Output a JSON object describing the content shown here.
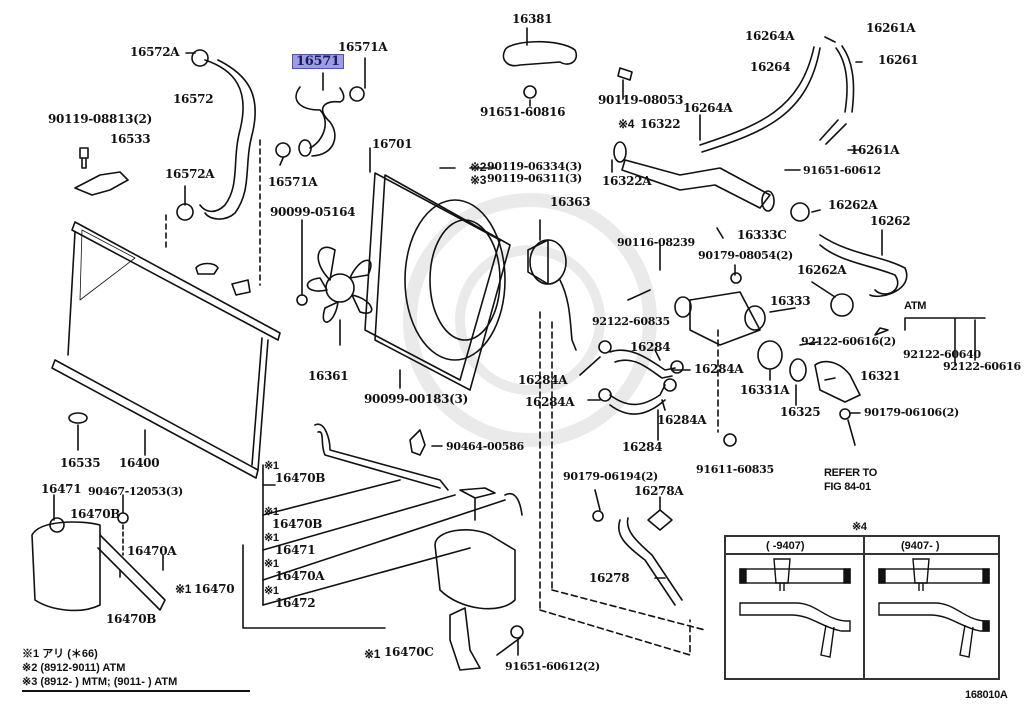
{
  "diagram": {
    "type": "exploded parts diagram",
    "subject": "radiator and water outlet / cooling system",
    "figure_code": "168010A",
    "highlight_color": "#9d9de0",
    "highlighted_part": "16571"
  },
  "labels": {
    "p16572A_top": "16572A",
    "p16572": "16572",
    "p16572A_low": "16572A",
    "p16571": "16571",
    "p16571A_top": "16571A",
    "p16571A_low": "16571A",
    "p90119_08813": "90119-08813(2)",
    "p16533": "16533",
    "p16701": "16701",
    "p90099_05164": "90099-05164",
    "p16361": "16361",
    "p90099_00183": "90099-00183(3)",
    "p16381": "16381",
    "p91651_60816": "91651-60816",
    "p90119_08053": "90119-08053",
    "note2_mark": "※2",
    "p90119_06334": "90119-06334(3)",
    "note3_mark": "※3",
    "p90119_06311": "90119-06311(3)",
    "note4_mark": "※4",
    "p16322": "16322",
    "p16322A": "16322A",
    "p16264A_top": "16264A",
    "p16264": "16264",
    "p16264A_mid": "16264A",
    "p16261A_top": "16261A",
    "p16261": "16261",
    "p16261A_low": "16261A",
    "p91651_60612": "91651-60612",
    "p16262A_top": "16262A",
    "p16262": "16262",
    "p16262A_low": "16262A",
    "p16363": "16363",
    "p90116_08239": "90116-08239",
    "p16333C": "16333C",
    "p90179_08054": "90179-08054(2)",
    "p16333": "16333",
    "p92122_60835": "92122-60835",
    "p92122_60616_2": "92122-60616(2)",
    "atm": "ATM",
    "p92122_60640": "92122-60640",
    "p92122_60616": "92122-60616",
    "p16284_a": "16284",
    "p16284A_a": "16284A",
    "p16284A_b": "16284A",
    "p16284A_c": "16284A",
    "p16284A_d": "16284A",
    "p16284_b": "16284",
    "p16331A": "16331A",
    "p16325": "16325",
    "p16321": "16321",
    "p90179_06106": "90179-06106(2)",
    "p91611_60835": "91611-60835",
    "refer_to": "REFER TO",
    "fig_ref": "FIG 84-01",
    "p16535": "16535",
    "p16400": "16400",
    "p90464_00586": "90464-00586",
    "p16471_top": "16471",
    "p90467_12053": "90467-12053(3)",
    "p16470B_tank": "16470B",
    "p16470A_tank": "16470A",
    "p16470B_low": "16470B",
    "note1_mark": "※1",
    "p16470": "16470",
    "p16470B_g1": "16470B",
    "p16470B_g2": "16470B",
    "p16471_g": "16471",
    "p16470A_g": "16470A",
    "p16472_g": "16472",
    "p16470C": "16470C",
    "p91651_60612_2": "91651-60612(2)",
    "p90179_06194": "90179-06194(2)",
    "p16278A": "16278A",
    "p16278": "16278"
  },
  "legend": [
    {
      "mark": "※1",
      "text": "アリ (＊66)"
    },
    {
      "mark": "※2",
      "text": "(8912-9011) ATM"
    },
    {
      "mark": "※3",
      "text": "(8912-        ) MTM; (9011-        ) ATM"
    }
  ],
  "inset": {
    "title": "※4",
    "columns": [
      "(        -9407)",
      "(9407-        )"
    ]
  }
}
